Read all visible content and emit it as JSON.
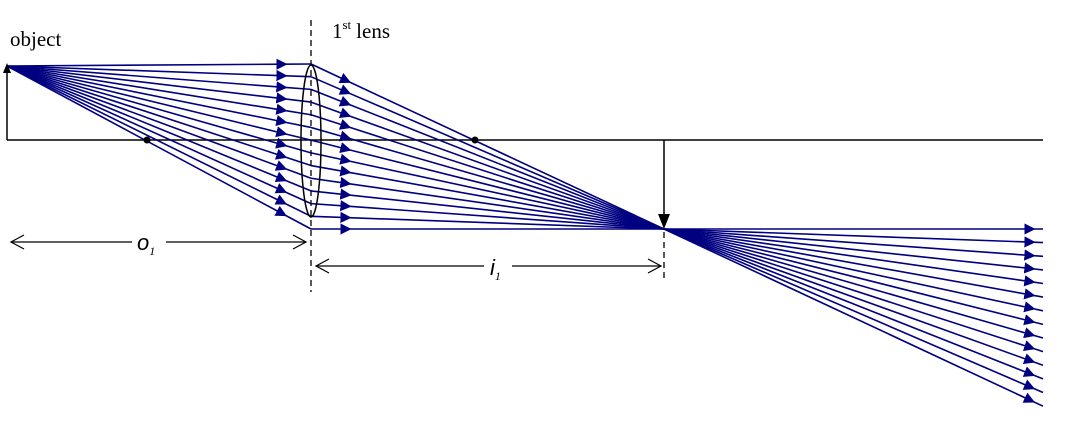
{
  "labels": {
    "object": "object",
    "lens_number": "1",
    "lens_sup": "st",
    "lens_word": "lens",
    "object_distance_symbol": "o",
    "object_distance_sub": "1",
    "image_distance_symbol": "i",
    "image_distance_sub": "1"
  },
  "colors": {
    "ray": "#000080",
    "line": "#000000"
  },
  "ray_count": 14
}
